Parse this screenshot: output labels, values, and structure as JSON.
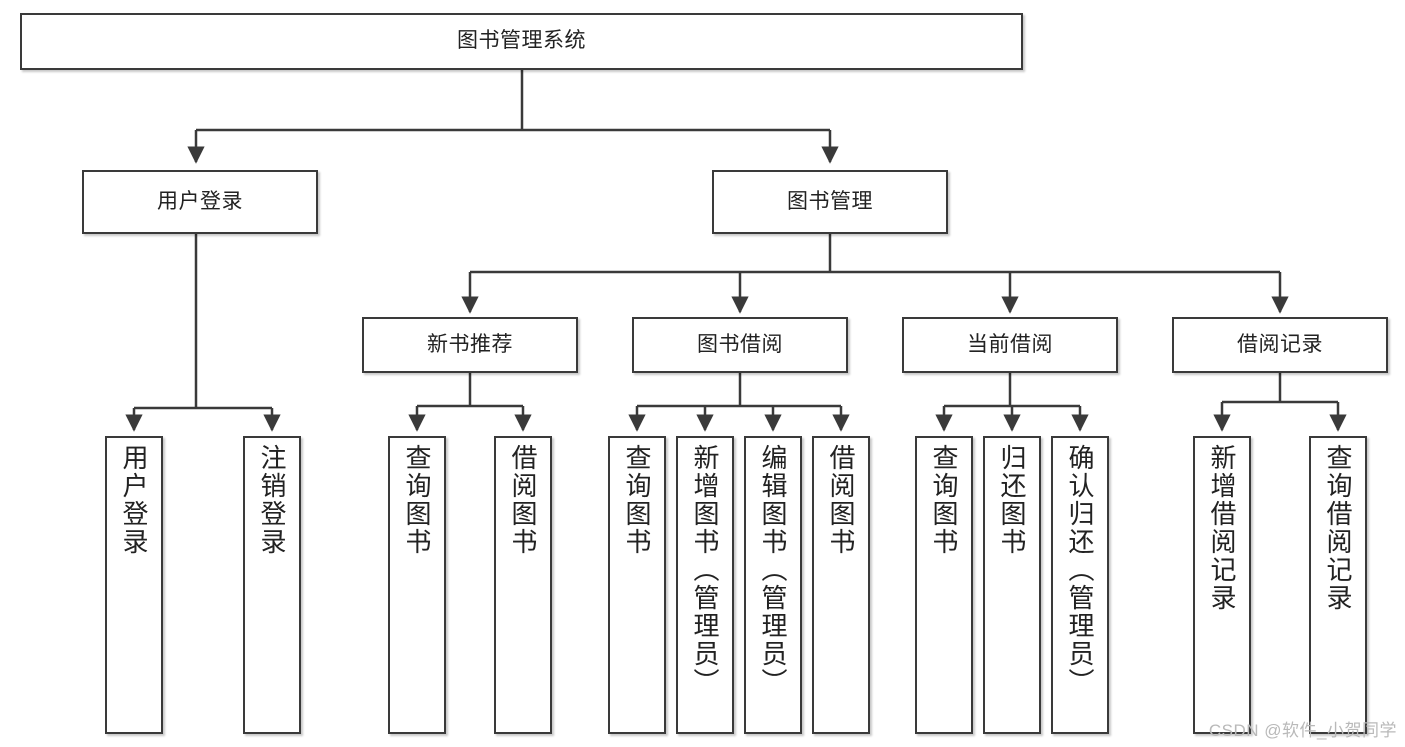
{
  "diagram": {
    "title": "图书管理系统",
    "watermark": "CSDN @软件_小贺同学",
    "line_color": "#3a3a3a",
    "box_fill": "#ffffff",
    "text_color": "#222222",
    "levels": {
      "root": {
        "label": "图书管理系统"
      },
      "level2": [
        {
          "label": "用户登录"
        },
        {
          "label": "图书管理"
        }
      ],
      "level3": [
        {
          "label": "新书推荐"
        },
        {
          "label": "图书借阅"
        },
        {
          "label": "当前借阅"
        },
        {
          "label": "借阅记录"
        }
      ],
      "leaves": [
        {
          "label": "用户登录",
          "parent": "用户登录"
        },
        {
          "label": "注销登录",
          "parent": "用户登录"
        },
        {
          "label": "查询图书",
          "parent": "新书推荐"
        },
        {
          "label": "借阅图书",
          "parent": "新书推荐"
        },
        {
          "label": "查询图书",
          "parent": "图书借阅"
        },
        {
          "label": "新增图书（管理员）",
          "parent": "图书借阅"
        },
        {
          "label": "编辑图书（管理员）",
          "parent": "图书借阅"
        },
        {
          "label": "借阅图书",
          "parent": "图书借阅"
        },
        {
          "label": "查询图书",
          "parent": "当前借阅"
        },
        {
          "label": "归还图书",
          "parent": "当前借阅"
        },
        {
          "label": "确认归还（管理员）",
          "parent": "当前借阅"
        },
        {
          "label": "新增借阅记录",
          "parent": "借阅记录"
        },
        {
          "label": "查询借阅记录",
          "parent": "借阅记录"
        }
      ]
    }
  }
}
